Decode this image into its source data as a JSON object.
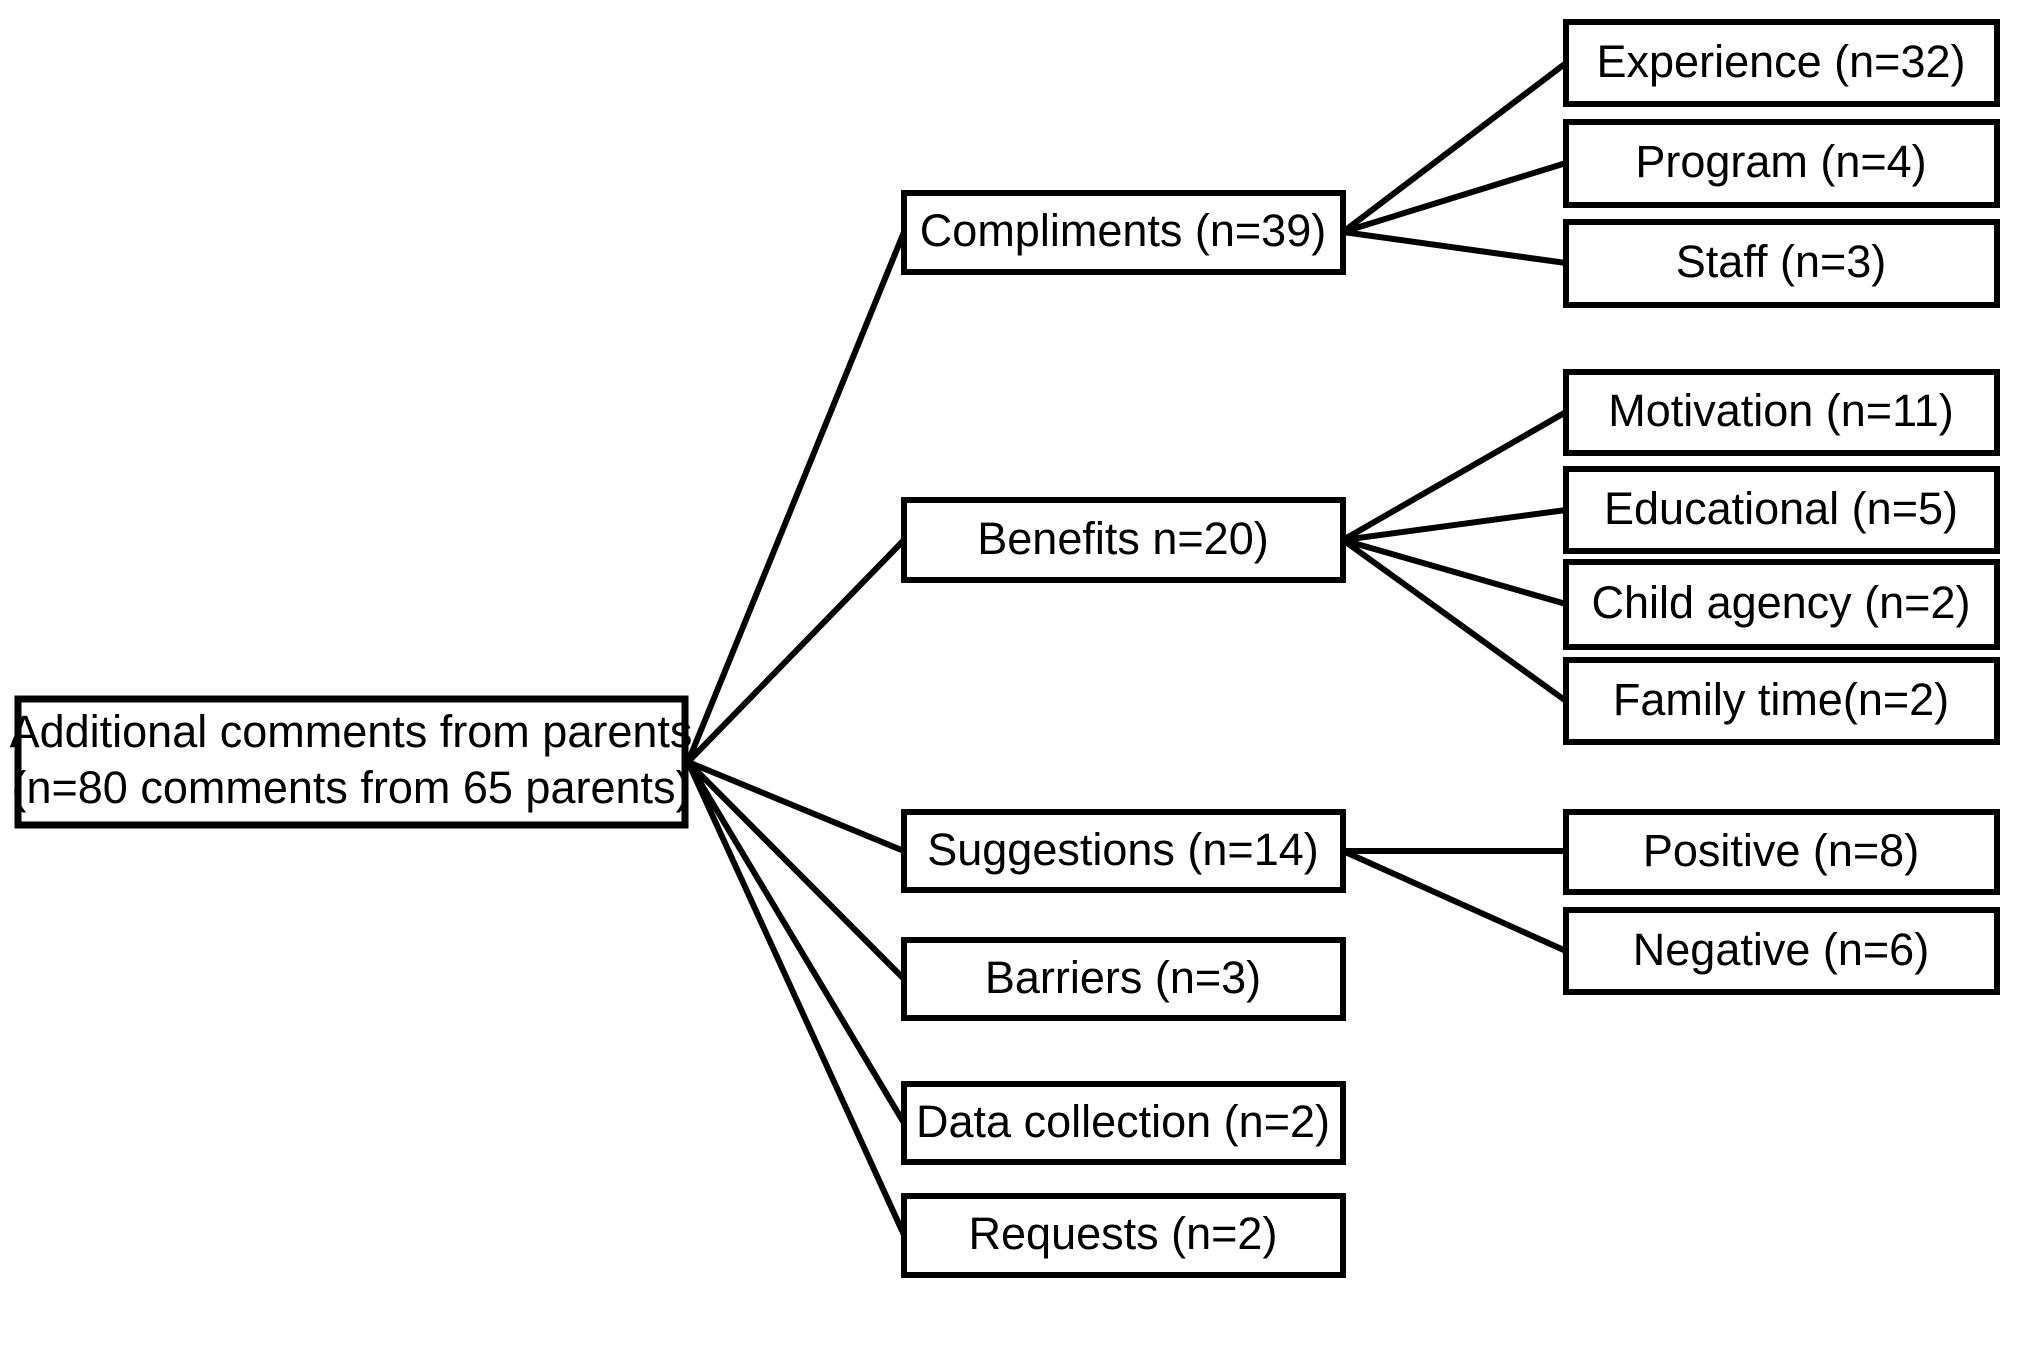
{
  "diagram": {
    "title": "Additional comments from parents thematic breakdown",
    "type": "hierarchy-flow",
    "orientation": "left-to-right",
    "colors": {
      "background": "#ffffff",
      "box_fill": "#ffffff",
      "stroke": "#000000",
      "text": "#000000"
    },
    "root": {
      "id": "root",
      "line1": "Additional comments from parents",
      "line2": "(n=80 comments from 65 parents)",
      "count": 80,
      "parents": 65
    },
    "level2": [
      {
        "id": "compliments",
        "label": "Compliments (n=39)",
        "name": "Compliments",
        "count": 39
      },
      {
        "id": "benefits",
        "label": "Benefits n=20)",
        "name": "Benefits",
        "count": 20
      },
      {
        "id": "suggestions",
        "label": "Suggestions (n=14)",
        "name": "Suggestions",
        "count": 14
      },
      {
        "id": "barriers",
        "label": "Barriers (n=3)",
        "name": "Barriers",
        "count": 3
      },
      {
        "id": "data-collection",
        "label": "Data collection (n=2)",
        "name": "Data collection",
        "count": 2
      },
      {
        "id": "requests",
        "label": "Requests (n=2)",
        "name": "Requests",
        "count": 2
      }
    ],
    "level3": {
      "compliments": [
        {
          "id": "experience",
          "label": "Experience (n=32)",
          "name": "Experience",
          "count": 32
        },
        {
          "id": "program",
          "label": "Program (n=4)",
          "name": "Program",
          "count": 4
        },
        {
          "id": "staff",
          "label": "Staff (n=3)",
          "name": "Staff",
          "count": 3
        }
      ],
      "benefits": [
        {
          "id": "motivation",
          "label": "Motivation (n=11)",
          "name": "Motivation",
          "count": 11
        },
        {
          "id": "educational",
          "label": "Educational (n=5)",
          "name": "Educational",
          "count": 5
        },
        {
          "id": "child-agency",
          "label": "Child agency (n=2)",
          "name": "Child agency",
          "count": 2
        },
        {
          "id": "family-time",
          "label": "Family time(n=2)",
          "name": "Family time",
          "count": 2
        }
      ],
      "suggestions": [
        {
          "id": "positive",
          "label": "Positive (n=8)",
          "name": "Positive",
          "count": 8
        },
        {
          "id": "negative",
          "label": "Negative (n=6)",
          "name": "Negative",
          "count": 6
        }
      ]
    }
  }
}
